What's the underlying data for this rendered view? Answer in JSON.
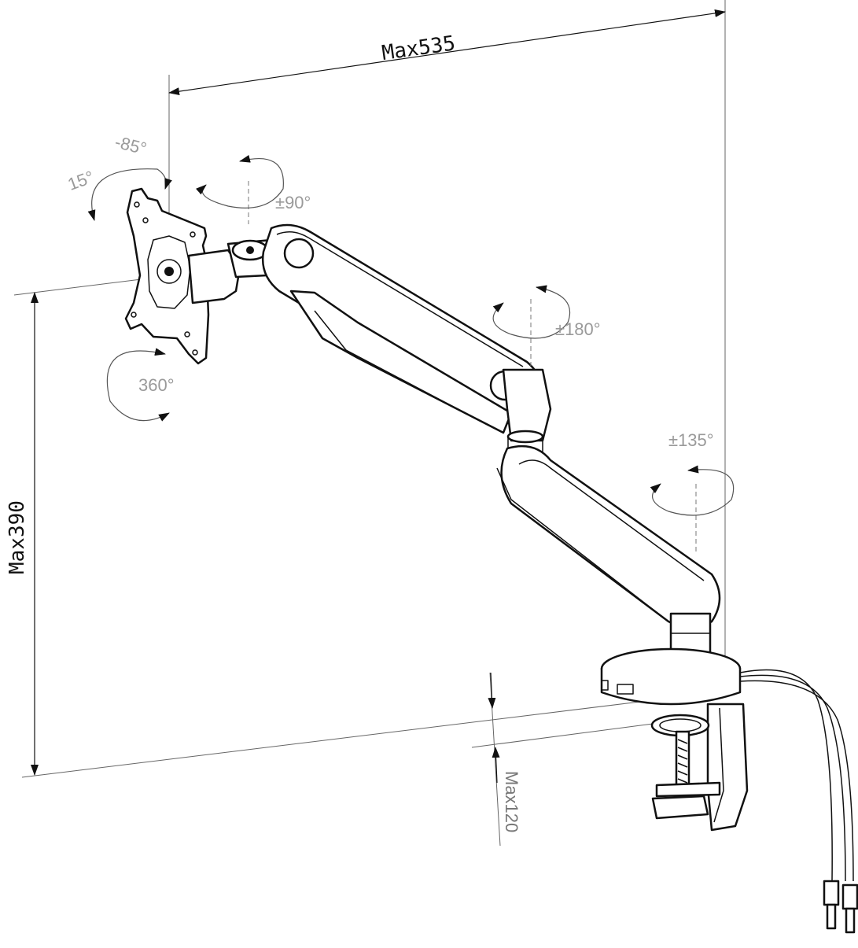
{
  "dimensions": {
    "width_label": "Max535",
    "height_label": "Max390",
    "clamp_label": "Max120"
  },
  "angles": {
    "tilt_up": "-85°",
    "tilt_down": "15°",
    "swivel_head": "±90°",
    "rotate": "360°",
    "swivel_middle": "±180°",
    "swivel_base": "±135°"
  },
  "colors": {
    "ink": "#111111",
    "guide": "#666666",
    "angle_text": "#9a9a9a",
    "background": "#ffffff"
  }
}
